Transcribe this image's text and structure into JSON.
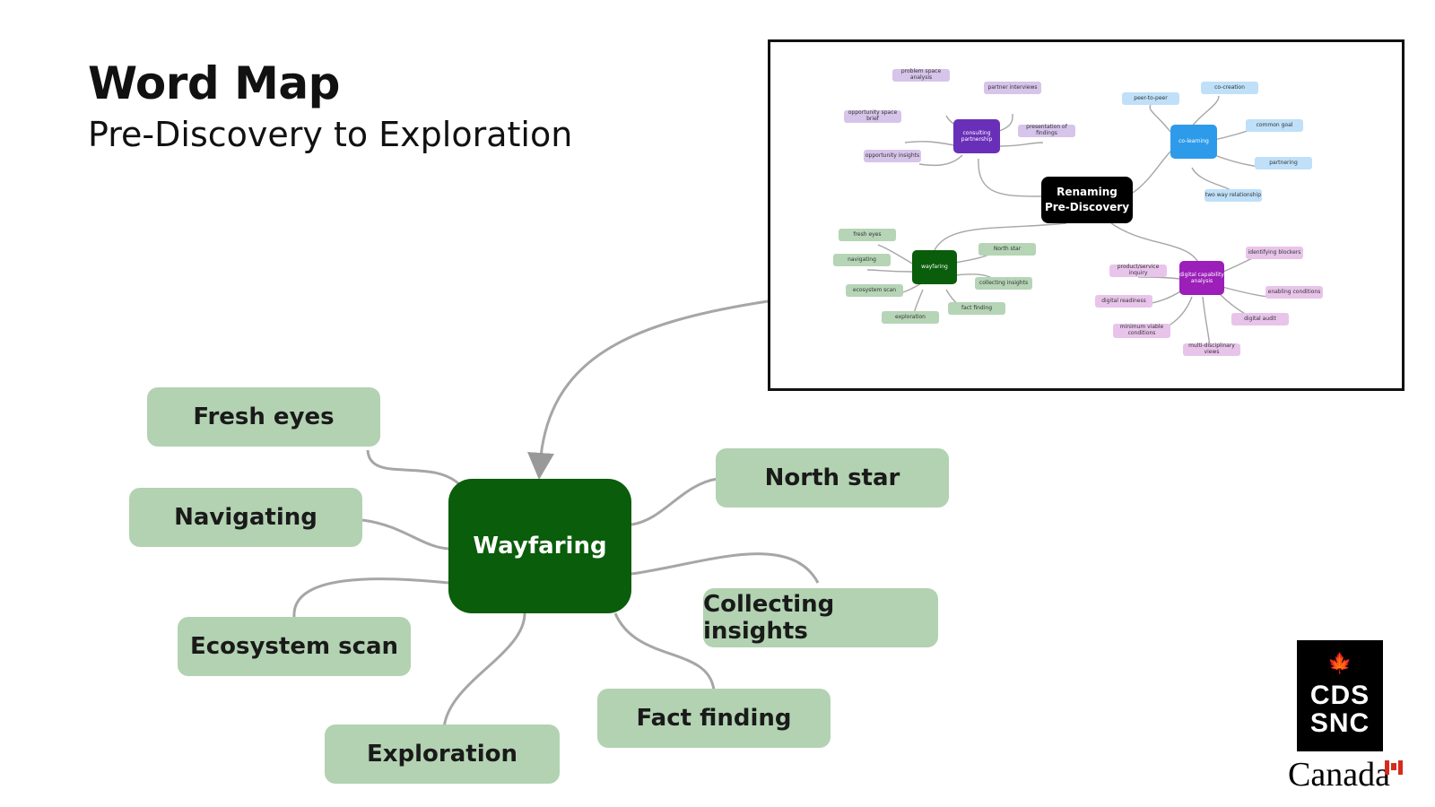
{
  "slide": {
    "title": "Word Map",
    "subtitle": "Pre-Discovery to Exploration"
  },
  "hub": {
    "label": "Wayfaring",
    "color": "#0a5d0a"
  },
  "nodes": {
    "fresh_eyes": "Fresh eyes",
    "navigating": "Navigating",
    "ecosystem_scan": "Ecosystem scan",
    "exploration": "Exploration",
    "north_star": "North star",
    "collecting_insights": "Collecting insights",
    "fact_finding": "Fact finding"
  },
  "node_color": "#b2d2b2",
  "inset": {
    "center_line1": "Renaming",
    "center_line2": "Pre-Discovery",
    "purple_hub": "consulting partnership",
    "purple_items": [
      "problem space analysis",
      "partner interviews",
      "opportunity space brief",
      "presentation of findings",
      "opportunity insights"
    ],
    "blue_hub": "co-learning",
    "blue_items": [
      "peer-to-peer",
      "co-creation",
      "common goal",
      "partnering",
      "two way relationship"
    ],
    "green_hub": "wayfaring",
    "green_items": [
      "fresh eyes",
      "navigating",
      "North star",
      "collecting insights",
      "ecosystem scan",
      "fact finding",
      "exploration"
    ],
    "magenta_hub": "digital capability analysis",
    "magenta_items": [
      "identifying blockers",
      "product/service inquiry",
      "enabling conditions",
      "digital readiness",
      "digital audit",
      "minimum viable conditions",
      "multi-disciplinary views"
    ]
  },
  "logo": {
    "line1": "CDS",
    "line2": "SNC",
    "wordmark": "Canada",
    "leaf_icon": "maple-leaf-icon"
  }
}
